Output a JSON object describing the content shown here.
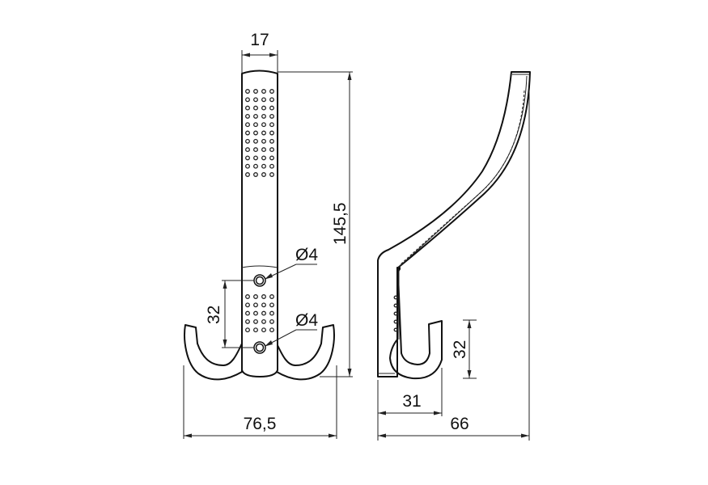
{
  "drawing": {
    "title": "Double coat hook technical drawing",
    "units": "mm",
    "front_view": {
      "dimensions": {
        "width_top": "17",
        "total_height": "145,5",
        "hole_spacing": "32",
        "hole_diameter_upper": "Ø4",
        "hole_diameter_lower": "Ø4",
        "total_width": "76,5"
      },
      "upper_dot_pattern": {
        "rows": 11,
        "columns": 4
      },
      "lower_dot_pattern": {
        "rows": 5,
        "columns": 4
      }
    },
    "side_view": {
      "dimensions": {
        "hook_height": "32",
        "hook_depth": "31",
        "total_depth": "66"
      }
    }
  }
}
